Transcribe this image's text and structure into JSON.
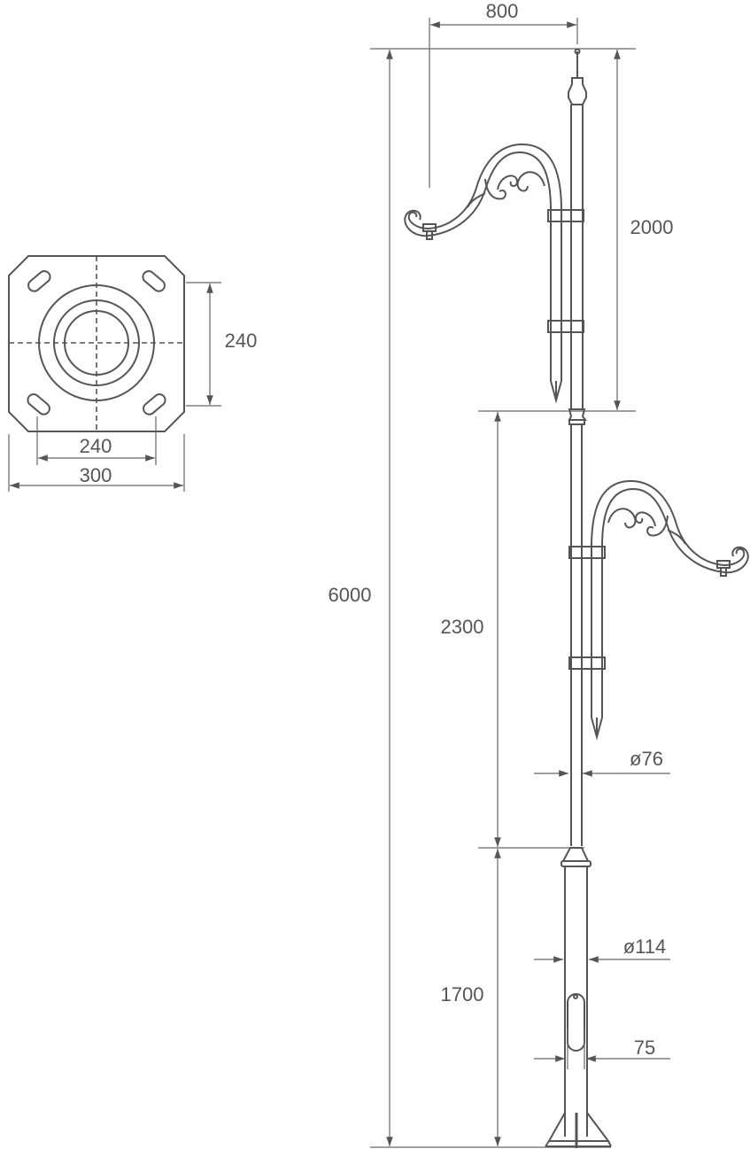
{
  "base_plate": {
    "dim_bolt_vertical": "240",
    "dim_bolt_horizontal": "240",
    "dim_plate_width": "300"
  },
  "pole": {
    "total_height": "6000",
    "arm_reach": "800",
    "top_section": "2000",
    "middle_section": "2300",
    "bottom_section": "1700",
    "upper_diameter": "ø76",
    "lower_diameter": "ø114",
    "hatch_offset": "75"
  }
}
